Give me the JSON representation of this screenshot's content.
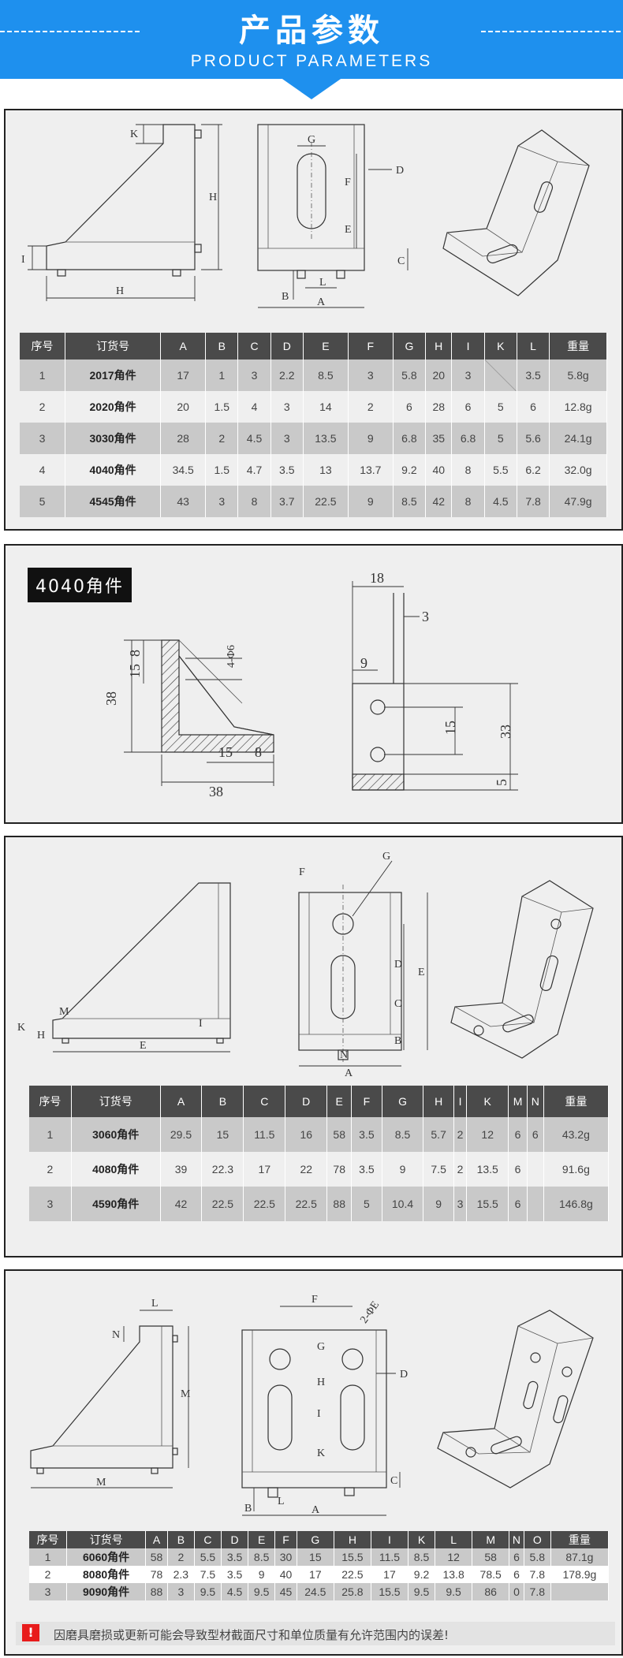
{
  "header": {
    "title": "产品参数",
    "subtitle": "PRODUCT PARAMETERS",
    "accent_color": "#1e90ee"
  },
  "section1": {
    "diagram_labels": [
      "K",
      "H",
      "I",
      "H",
      "G",
      "D",
      "F",
      "E",
      "C",
      "B",
      "L",
      "A"
    ],
    "table": {
      "headers": [
        "序号",
        "订货号",
        "A",
        "B",
        "C",
        "D",
        "E",
        "F",
        "G",
        "H",
        "I",
        "K",
        "L",
        "重量"
      ],
      "rows": [
        [
          "1",
          "2017角件",
          "17",
          "1",
          "3",
          "2.2",
          "8.5",
          "3",
          "5.8",
          "20",
          "3",
          "",
          "3.5",
          "5.8g"
        ],
        [
          "2",
          "2020角件",
          "20",
          "1.5",
          "4",
          "3",
          "14",
          "2",
          "6",
          "28",
          "6",
          "5",
          "6",
          "12.8g"
        ],
        [
          "3",
          "3030角件",
          "28",
          "2",
          "4.5",
          "3",
          "13.5",
          "9",
          "6.8",
          "35",
          "6.8",
          "5",
          "5.6",
          "24.1g"
        ],
        [
          "4",
          "4040角件",
          "34.5",
          "1.5",
          "4.7",
          "3.5",
          "13",
          "13.7",
          "9.2",
          "40",
          "8",
          "5.5",
          "6.2",
          "32.0g"
        ],
        [
          "5",
          "4545角件",
          "43",
          "3",
          "8",
          "3.7",
          "22.5",
          "9",
          "8.5",
          "42",
          "8",
          "4.5",
          "7.8",
          "47.9g"
        ]
      ]
    }
  },
  "section2": {
    "tag": "4040角件",
    "dims": [
      "4-Φ6",
      "8",
      "15",
      "38",
      "15",
      "8",
      "38",
      "18",
      "3",
      "9",
      "15",
      "33",
      "5"
    ]
  },
  "section3": {
    "diagram_labels": [
      "F",
      "G",
      "M",
      "K",
      "H",
      "I",
      "E",
      "D",
      "C",
      "B",
      "E",
      "N",
      "A"
    ],
    "table": {
      "headers": [
        "序号",
        "订货号",
        "A",
        "B",
        "C",
        "D",
        "E",
        "F",
        "G",
        "H",
        "I",
        "K",
        "M",
        "N",
        "重量"
      ],
      "rows": [
        [
          "1",
          "3060角件",
          "29.5",
          "15",
          "11.5",
          "16",
          "58",
          "3.5",
          "8.5",
          "5.7",
          "2",
          "12",
          "6",
          "6",
          "43.2g"
        ],
        [
          "2",
          "4080角件",
          "39",
          "22.3",
          "17",
          "22",
          "78",
          "3.5",
          "9",
          "7.5",
          "2",
          "13.5",
          "6",
          "",
          "91.6g"
        ],
        [
          "3",
          "4590角件",
          "42",
          "22.5",
          "22.5",
          "22.5",
          "88",
          "5",
          "10.4",
          "9",
          "3",
          "15.5",
          "6",
          "",
          "146.8g"
        ]
      ]
    }
  },
  "section4": {
    "diagram_labels": [
      "L",
      "N",
      "M",
      "M",
      "F",
      "2-ΦE",
      "G",
      "H",
      "D",
      "I",
      "K",
      "C",
      "B",
      "L",
      "A"
    ],
    "table": {
      "headers": [
        "序号",
        "订货号",
        "A",
        "B",
        "C",
        "D",
        "E",
        "F",
        "G",
        "H",
        "I",
        "K",
        "L",
        "M",
        "N",
        "O",
        "重量"
      ],
      "rows": [
        [
          "1",
          "6060角件",
          "58",
          "2",
          "5.5",
          "3.5",
          "8.5",
          "30",
          "15",
          "15.5",
          "11.5",
          "8.5",
          "12",
          "58",
          "6",
          "5.8",
          "87.1g"
        ],
        [
          "2",
          "8080角件",
          "78",
          "2.3",
          "7.5",
          "3.5",
          "9",
          "40",
          "17",
          "22.5",
          "17",
          "9.2",
          "13.8",
          "78.5",
          "6",
          "7.8",
          "178.9g"
        ],
        [
          "3",
          "9090角件",
          "88",
          "3",
          "9.5",
          "4.5",
          "9.5",
          "45",
          "24.5",
          "25.8",
          "15.5",
          "9.5",
          "9.5",
          "86",
          "0",
          "7.8",
          ""
        ]
      ]
    }
  },
  "notice": {
    "icon": "!",
    "text": "因磨具磨损或更新可能会导致型材截面尺寸和单位质量有允许范围内的误差!",
    "icon_color": "#e81c1c"
  }
}
